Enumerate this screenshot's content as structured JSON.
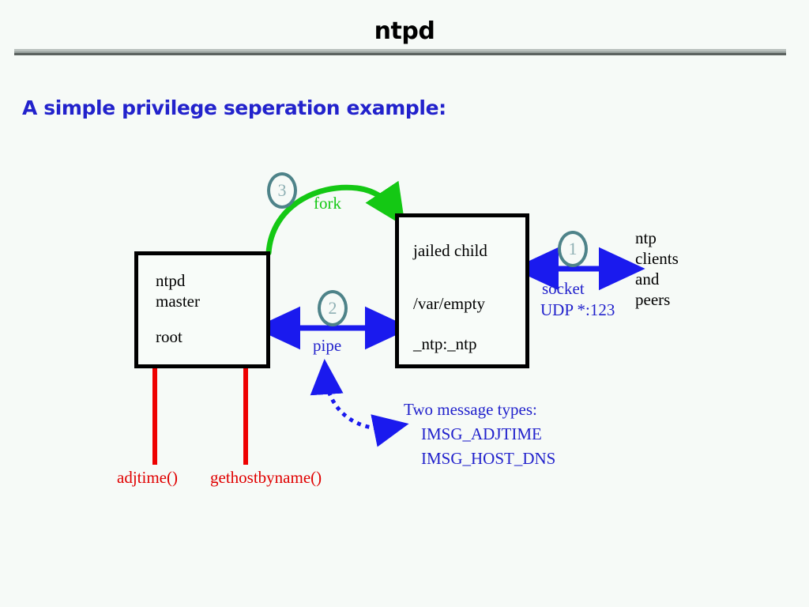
{
  "slide": {
    "title": "ntpd",
    "subtitle": "A simple privilege seperation example:"
  },
  "colors": {
    "background": "#f6faf7",
    "title_text": "#000000",
    "rule": "#9aa3a0",
    "subtitle_text": "#2222cc",
    "box_border": "#000000",
    "blue_arrow": "#1a1aee",
    "green_arrow": "#14c814",
    "red_line": "#ee0000",
    "step_circle": "#4e8389",
    "step_number": "#8fb0b4"
  },
  "diagram": {
    "master_box": {
      "name": "ntpd master process",
      "lines": [
        "ntpd",
        "master",
        "root"
      ]
    },
    "child_box": {
      "name": "jailed child process",
      "lines": [
        "jailed child",
        "/var/empty",
        "_ntp:_ntp"
      ]
    },
    "steps": [
      {
        "id": "1",
        "number": "1",
        "meaning": "socket to network"
      },
      {
        "id": "2",
        "number": "2",
        "meaning": "pipe between processes"
      },
      {
        "id": "3",
        "number": "3",
        "meaning": "fork"
      }
    ],
    "labels": {
      "fork": "fork",
      "pipe": "pipe",
      "socket": "socket",
      "udp_port": "UDP *:123",
      "adjtime": "adjtime()",
      "gethostbyname": "gethostbyname()"
    },
    "peers": "ntp\nclients\nand\npeers",
    "messages": {
      "heading": "Two message types:",
      "items": [
        "IMSG_ADJTIME",
        "IMSG_HOST_DNS"
      ]
    }
  }
}
